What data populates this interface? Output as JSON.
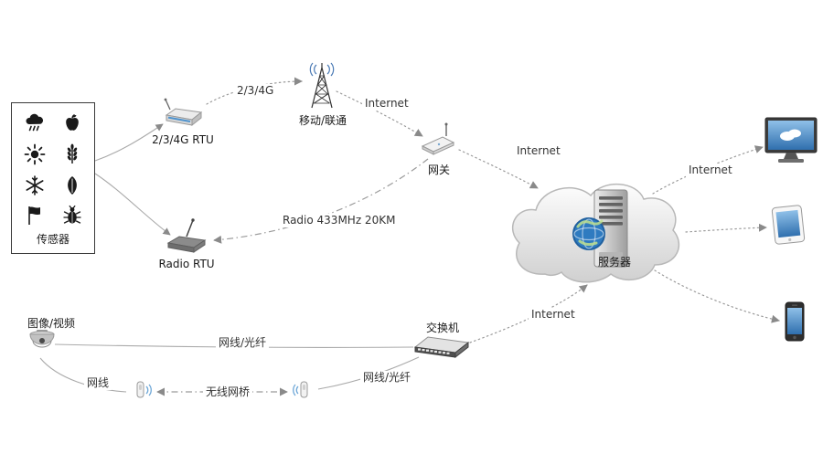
{
  "diagram": {
    "sensors": {
      "label": "传感器",
      "icons": [
        "rain-cloud",
        "apple",
        "sun",
        "wheat",
        "snowflake",
        "leaf",
        "flag",
        "bug"
      ]
    },
    "nodes": {
      "rtu4g": {
        "label": "2/3/4G RTU"
      },
      "tower": {
        "label": "移动/联通"
      },
      "gateway": {
        "label": "网关"
      },
      "radio_rtu": {
        "label": "Radio RTU"
      },
      "server": {
        "label": "服务器"
      },
      "camera": {
        "label": "图像/视频"
      },
      "switch": {
        "label": "交换机"
      }
    },
    "edges": {
      "rtu_to_tower": {
        "label": "2/3/4G"
      },
      "tower_to_gateway": {
        "label": "Internet"
      },
      "gateway_to_cloud": {
        "label": "Internet"
      },
      "radio_link": {
        "label": "Radio 433MHz 20KM"
      },
      "cloud_to_monitor": {
        "label": "Internet"
      },
      "switch_to_cloud": {
        "label": "Internet"
      },
      "camera_to_switch": {
        "label": "网线/光纤"
      },
      "camera_to_bridge": {
        "label": "网线"
      },
      "bridge_link": {
        "label": "无线网桥"
      },
      "bridge_to_switch": {
        "label": "网线/光纤"
      }
    },
    "colors": {
      "connector": "#9a9a9a",
      "screen_blue": "#4f93ce",
      "globe_blue": "#2f7bc0"
    }
  }
}
